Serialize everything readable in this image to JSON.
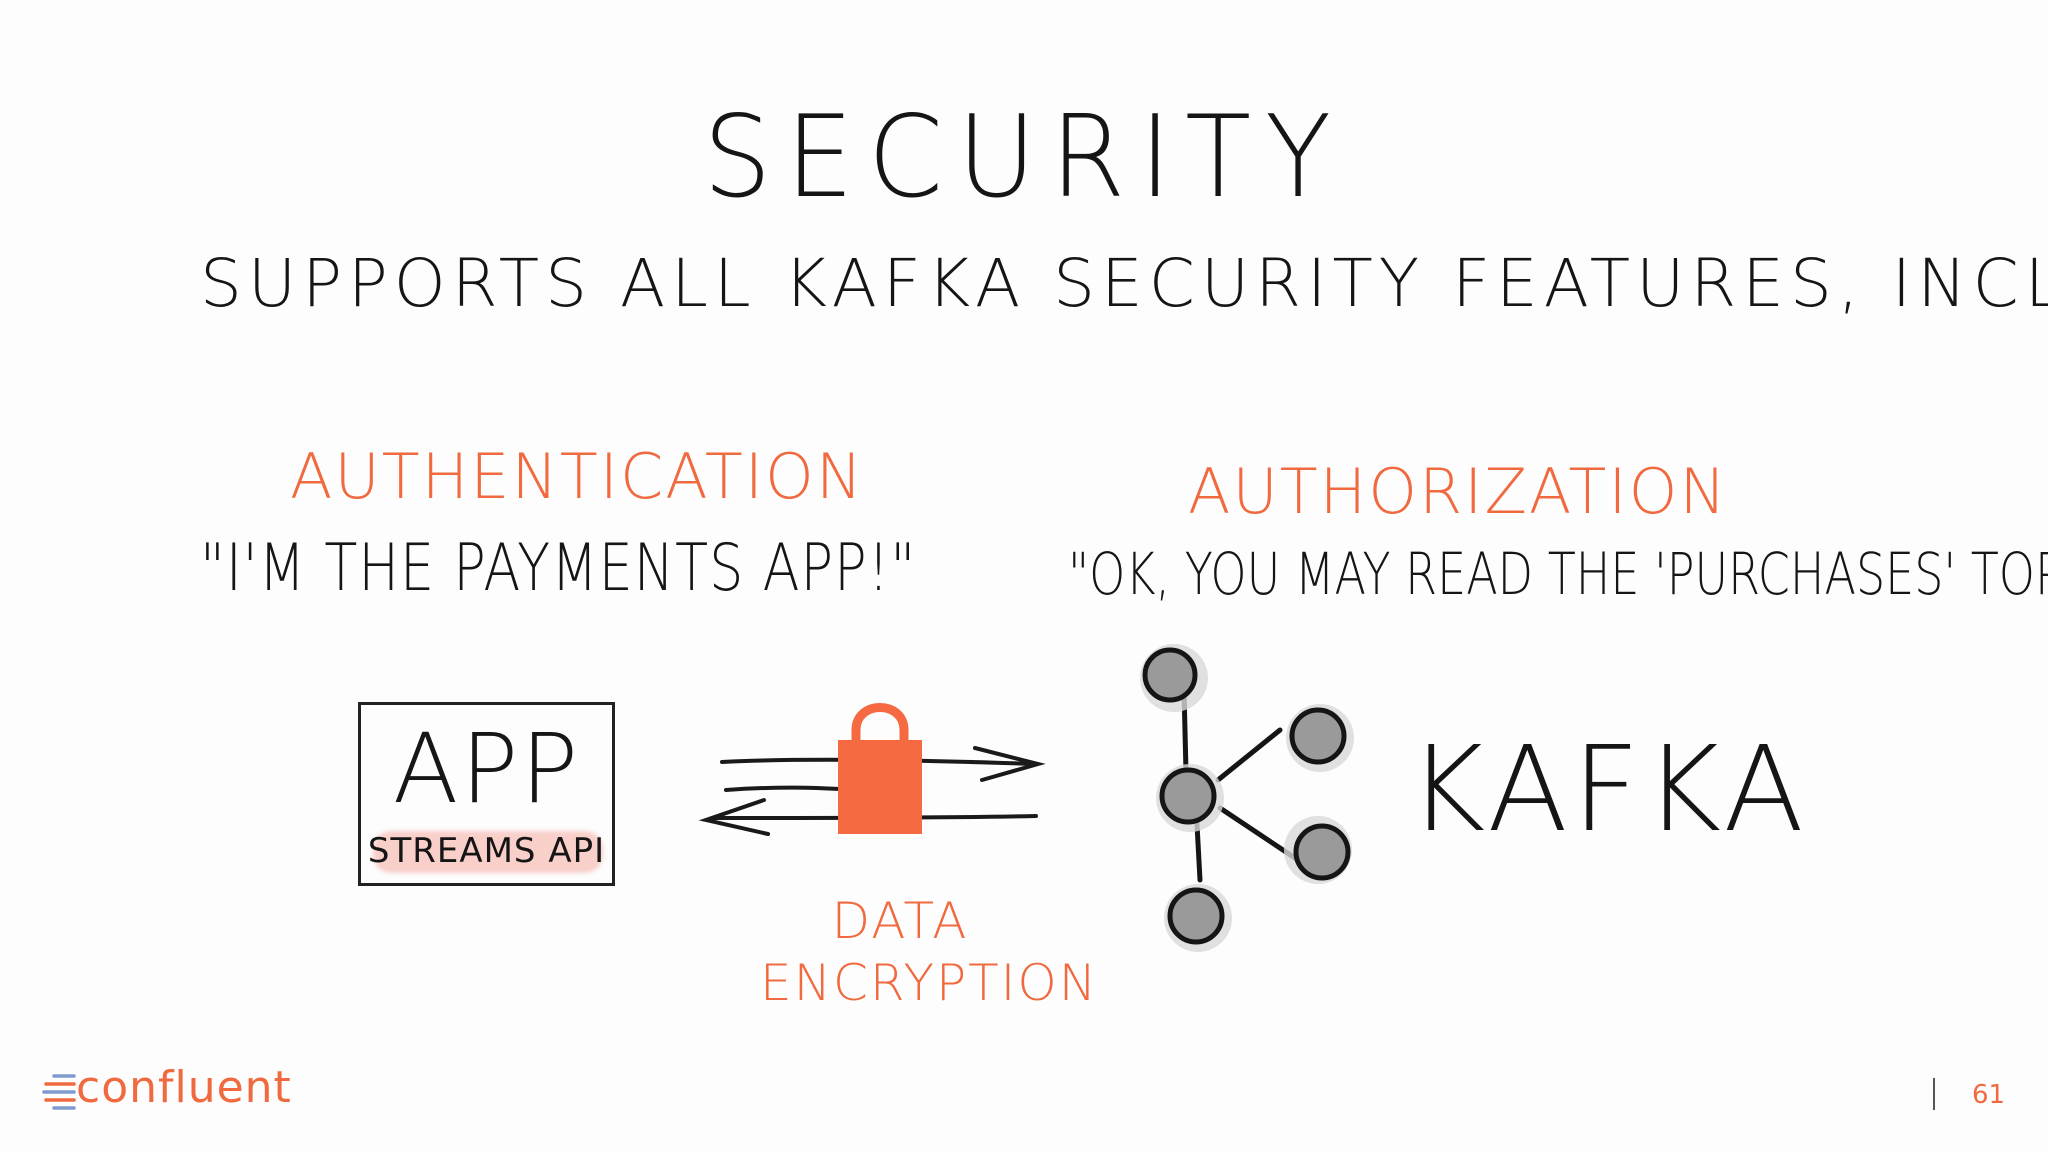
{
  "slide": {
    "title": "SECURITY",
    "subtitle": "SUPPORTS ALL KAFKA SECURITY FEATURES, INCL.:",
    "authentication": {
      "heading": "AUTHENTICATION",
      "quote": "\"I'M THE PAYMENTS APP!\""
    },
    "authorization": {
      "heading": "AUTHORIZATION",
      "quote": "\"OK, YOU MAY READ THE 'PURCHASES' TOPIC.\""
    },
    "app": {
      "label": "APP",
      "sublabel": "STREAMS API"
    },
    "encryption": {
      "label": "DATA\nENCRYPTION",
      "icon": "padlock-icon"
    },
    "kafka": {
      "label": "KAFKA",
      "icon": "kafka-cluster-icon"
    },
    "footer": {
      "logo_text": "confluent",
      "page_number": "61"
    },
    "colors": {
      "accent": "#f0693f",
      "ink": "#151515",
      "node_fill": "#9a9a9a",
      "background": "#fdfdfd"
    }
  }
}
